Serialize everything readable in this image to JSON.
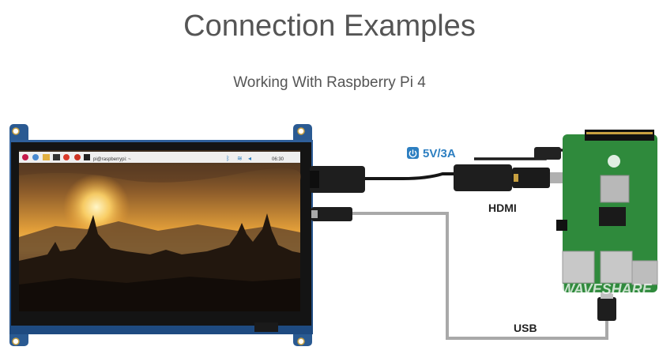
{
  "header": {
    "title": "Connection Examples",
    "subtitle": "Working With Raspberry Pi 4"
  },
  "labels": {
    "power": "5V/3A",
    "hdmi": "HDMI",
    "usb": "USB",
    "brand": "WAVESHARE"
  },
  "taskbar": {
    "prompt": "pi@raspberrypi: ~",
    "clock": "06:30"
  },
  "colors": {
    "text": "#555555",
    "power_blue": "#2d7fc1",
    "cable_grey": "#a9a9a9",
    "board_green": "#2f8a3c"
  },
  "icons": {
    "power": "power-icon"
  }
}
